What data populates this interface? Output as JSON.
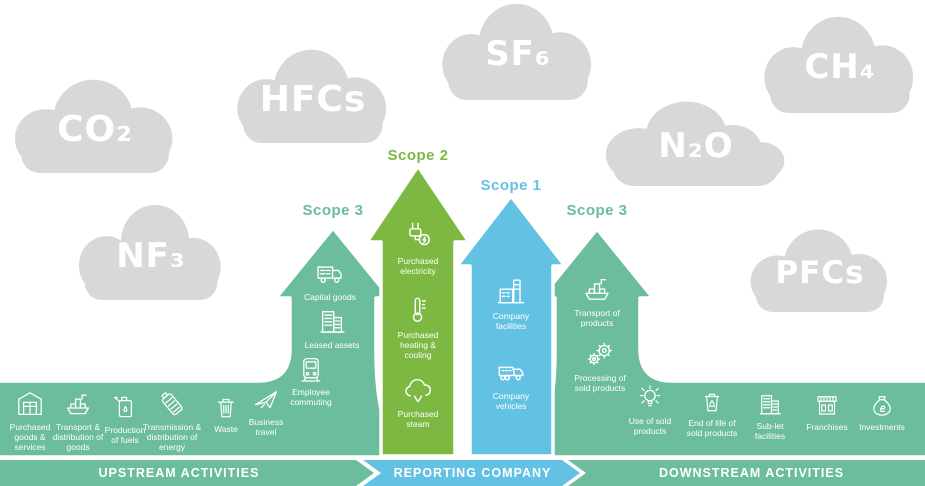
{
  "clouds": [
    {
      "gas": "CO₂"
    },
    {
      "gas": "HFCs"
    },
    {
      "gas": "SF₆"
    },
    {
      "gas": "CH₄"
    },
    {
      "gas": "N₂O"
    },
    {
      "gas": "NF₃"
    },
    {
      "gas": "PFCs"
    }
  ],
  "scopes": {
    "upstream_scope3": "Scope 3",
    "scope2": "Scope 2",
    "scope1": "Scope 1",
    "downstream_scope3": "Scope 3"
  },
  "colors": {
    "teal": "#6bbd9b",
    "green": "#7db843",
    "blue": "#63c1e4",
    "cloud_gray": "#d8d8d8",
    "text_white": "#ffffff"
  },
  "upstream": {
    "band_items": [
      {
        "icon": "warehouse-icon",
        "label": "Purchased goods & services"
      },
      {
        "icon": "cargo-ship-icon",
        "label": "Transport & distribution of goods"
      },
      {
        "icon": "fuel-can-icon",
        "label": "Production of fuels"
      },
      {
        "icon": "battery-icon",
        "label": "Transmission & distribution of energy"
      },
      {
        "icon": "waste-bin-icon",
        "label": "Waste"
      },
      {
        "icon": "airplane-icon",
        "label": "Business travel"
      }
    ],
    "pipe_items": [
      {
        "icon": "delivery-truck-icon",
        "label": "Capital goods"
      },
      {
        "icon": "buildings-icon",
        "label": "Leased assets"
      },
      {
        "icon": "commuter-bus-icon",
        "label": "Employee commuting"
      }
    ]
  },
  "scope2_arrow": {
    "items": [
      {
        "icon": "electric-plug-icon",
        "label": "Purchased electricity"
      },
      {
        "icon": "thermometer-icon",
        "label": "Purchased heating & cooling"
      },
      {
        "icon": "steam-cloud-icon",
        "label": "Purchased steam"
      }
    ]
  },
  "scope1_arrow": {
    "items": [
      {
        "icon": "factory-icon",
        "label": "Company facilities"
      },
      {
        "icon": "dump-truck-icon",
        "label": "Company vehicles"
      }
    ]
  },
  "downstream": {
    "pipe_items": [
      {
        "icon": "cargo-ship-icon",
        "label": "Transport of products"
      },
      {
        "icon": "gears-icon",
        "label": "Processing of sold products"
      }
    ],
    "band_items": [
      {
        "icon": "light-bulb-icon",
        "label": "Use of sold products"
      },
      {
        "icon": "recycle-bin-icon",
        "label": "End of life of sold products"
      },
      {
        "icon": "buildings-icon",
        "label": "Sub-let facilities"
      },
      {
        "icon": "storefront-icon",
        "label": "Franchises"
      },
      {
        "icon": "money-bag-icon",
        "label": "Investments"
      }
    ]
  },
  "footer": {
    "upstream": "UPSTREAM ACTIVITIES",
    "reporting": "REPORTING COMPANY",
    "downstream": "DOWNSTREAM ACTIVITIES"
  }
}
